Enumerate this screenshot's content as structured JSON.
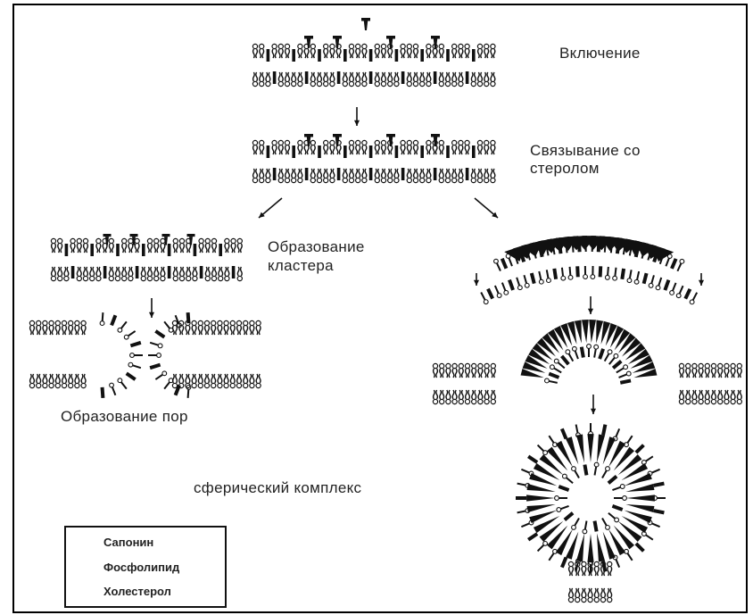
{
  "labels": {
    "inclusion": "Включение",
    "sterol_binding_1": "Связывание со",
    "sterol_binding_2": "стеролом",
    "cluster_1": "Образование",
    "cluster_2": "кластера",
    "pores": "Образование пор",
    "spherical": "сферический комплекс"
  },
  "legend": {
    "items": [
      {
        "label": "Сапонин",
        "icon": "saponin-icon"
      },
      {
        "label": "Фосфолипид",
        "icon": "phospholipid-icon"
      },
      {
        "label": "Холестерол",
        "icon": "cholesterol-icon"
      }
    ]
  },
  "colors": {
    "ink": "#111111",
    "background": "#ffffff"
  }
}
